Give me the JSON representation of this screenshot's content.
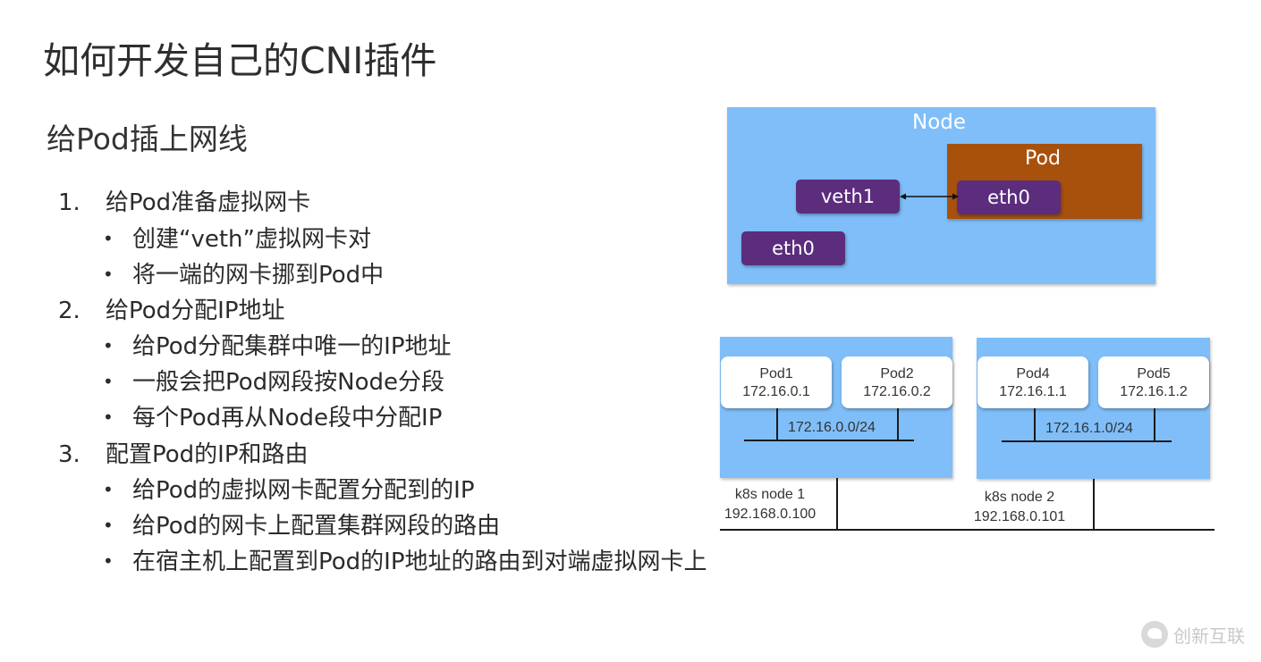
{
  "title": "如何开发自己的CNI插件",
  "subtitle": "给Pod插上网线",
  "steps": [
    {
      "num": "1.",
      "label": "给Pod准备虚拟网卡",
      "subs": [
        "创建“veth”虚拟网卡对",
        "将一端的网卡挪到Pod中"
      ]
    },
    {
      "num": "2.",
      "label": "给Pod分配IP地址",
      "subs": [
        "给Pod分配集群中唯一的IP地址",
        "一般会把Pod网段按Node分段",
        "每个Pod再从Node段中分配IP"
      ]
    },
    {
      "num": "3.",
      "label": "配置Pod的IP和路由",
      "subs": [
        "给Pod的虚拟网卡配置分配到的IP",
        "给Pod的网卡上配置集群网段的路由",
        "在宿主机上配置到Pod的IP地址的路由到对端虚拟网卡上"
      ]
    }
  ],
  "top_diagram": {
    "node_label": "Node",
    "pod_label": "Pod",
    "veth_label": "veth1",
    "pod_eth_label": "eth0",
    "node_eth_label": "eth0",
    "colors": {
      "node": "#7fbef9",
      "pod": "#a8510d",
      "nic": "#5b2d7c"
    }
  },
  "bottom_diagram": {
    "nodes": [
      {
        "name": "k8s node 1",
        "ip": "192.168.0.100",
        "subnet": "172.16.0.0/24",
        "pods": [
          {
            "name": "Pod1",
            "ip": "172.16.0.1"
          },
          {
            "name": "Pod2",
            "ip": "172.16.0.2"
          }
        ]
      },
      {
        "name": "k8s node 2",
        "ip": "192.168.0.101",
        "subnet": "172.16.1.0/24",
        "pods": [
          {
            "name": "Pod4",
            "ip": "172.16.1.1"
          },
          {
            "name": "Pod5",
            "ip": "172.16.1.2"
          }
        ]
      }
    ]
  },
  "watermark": "创新互联"
}
